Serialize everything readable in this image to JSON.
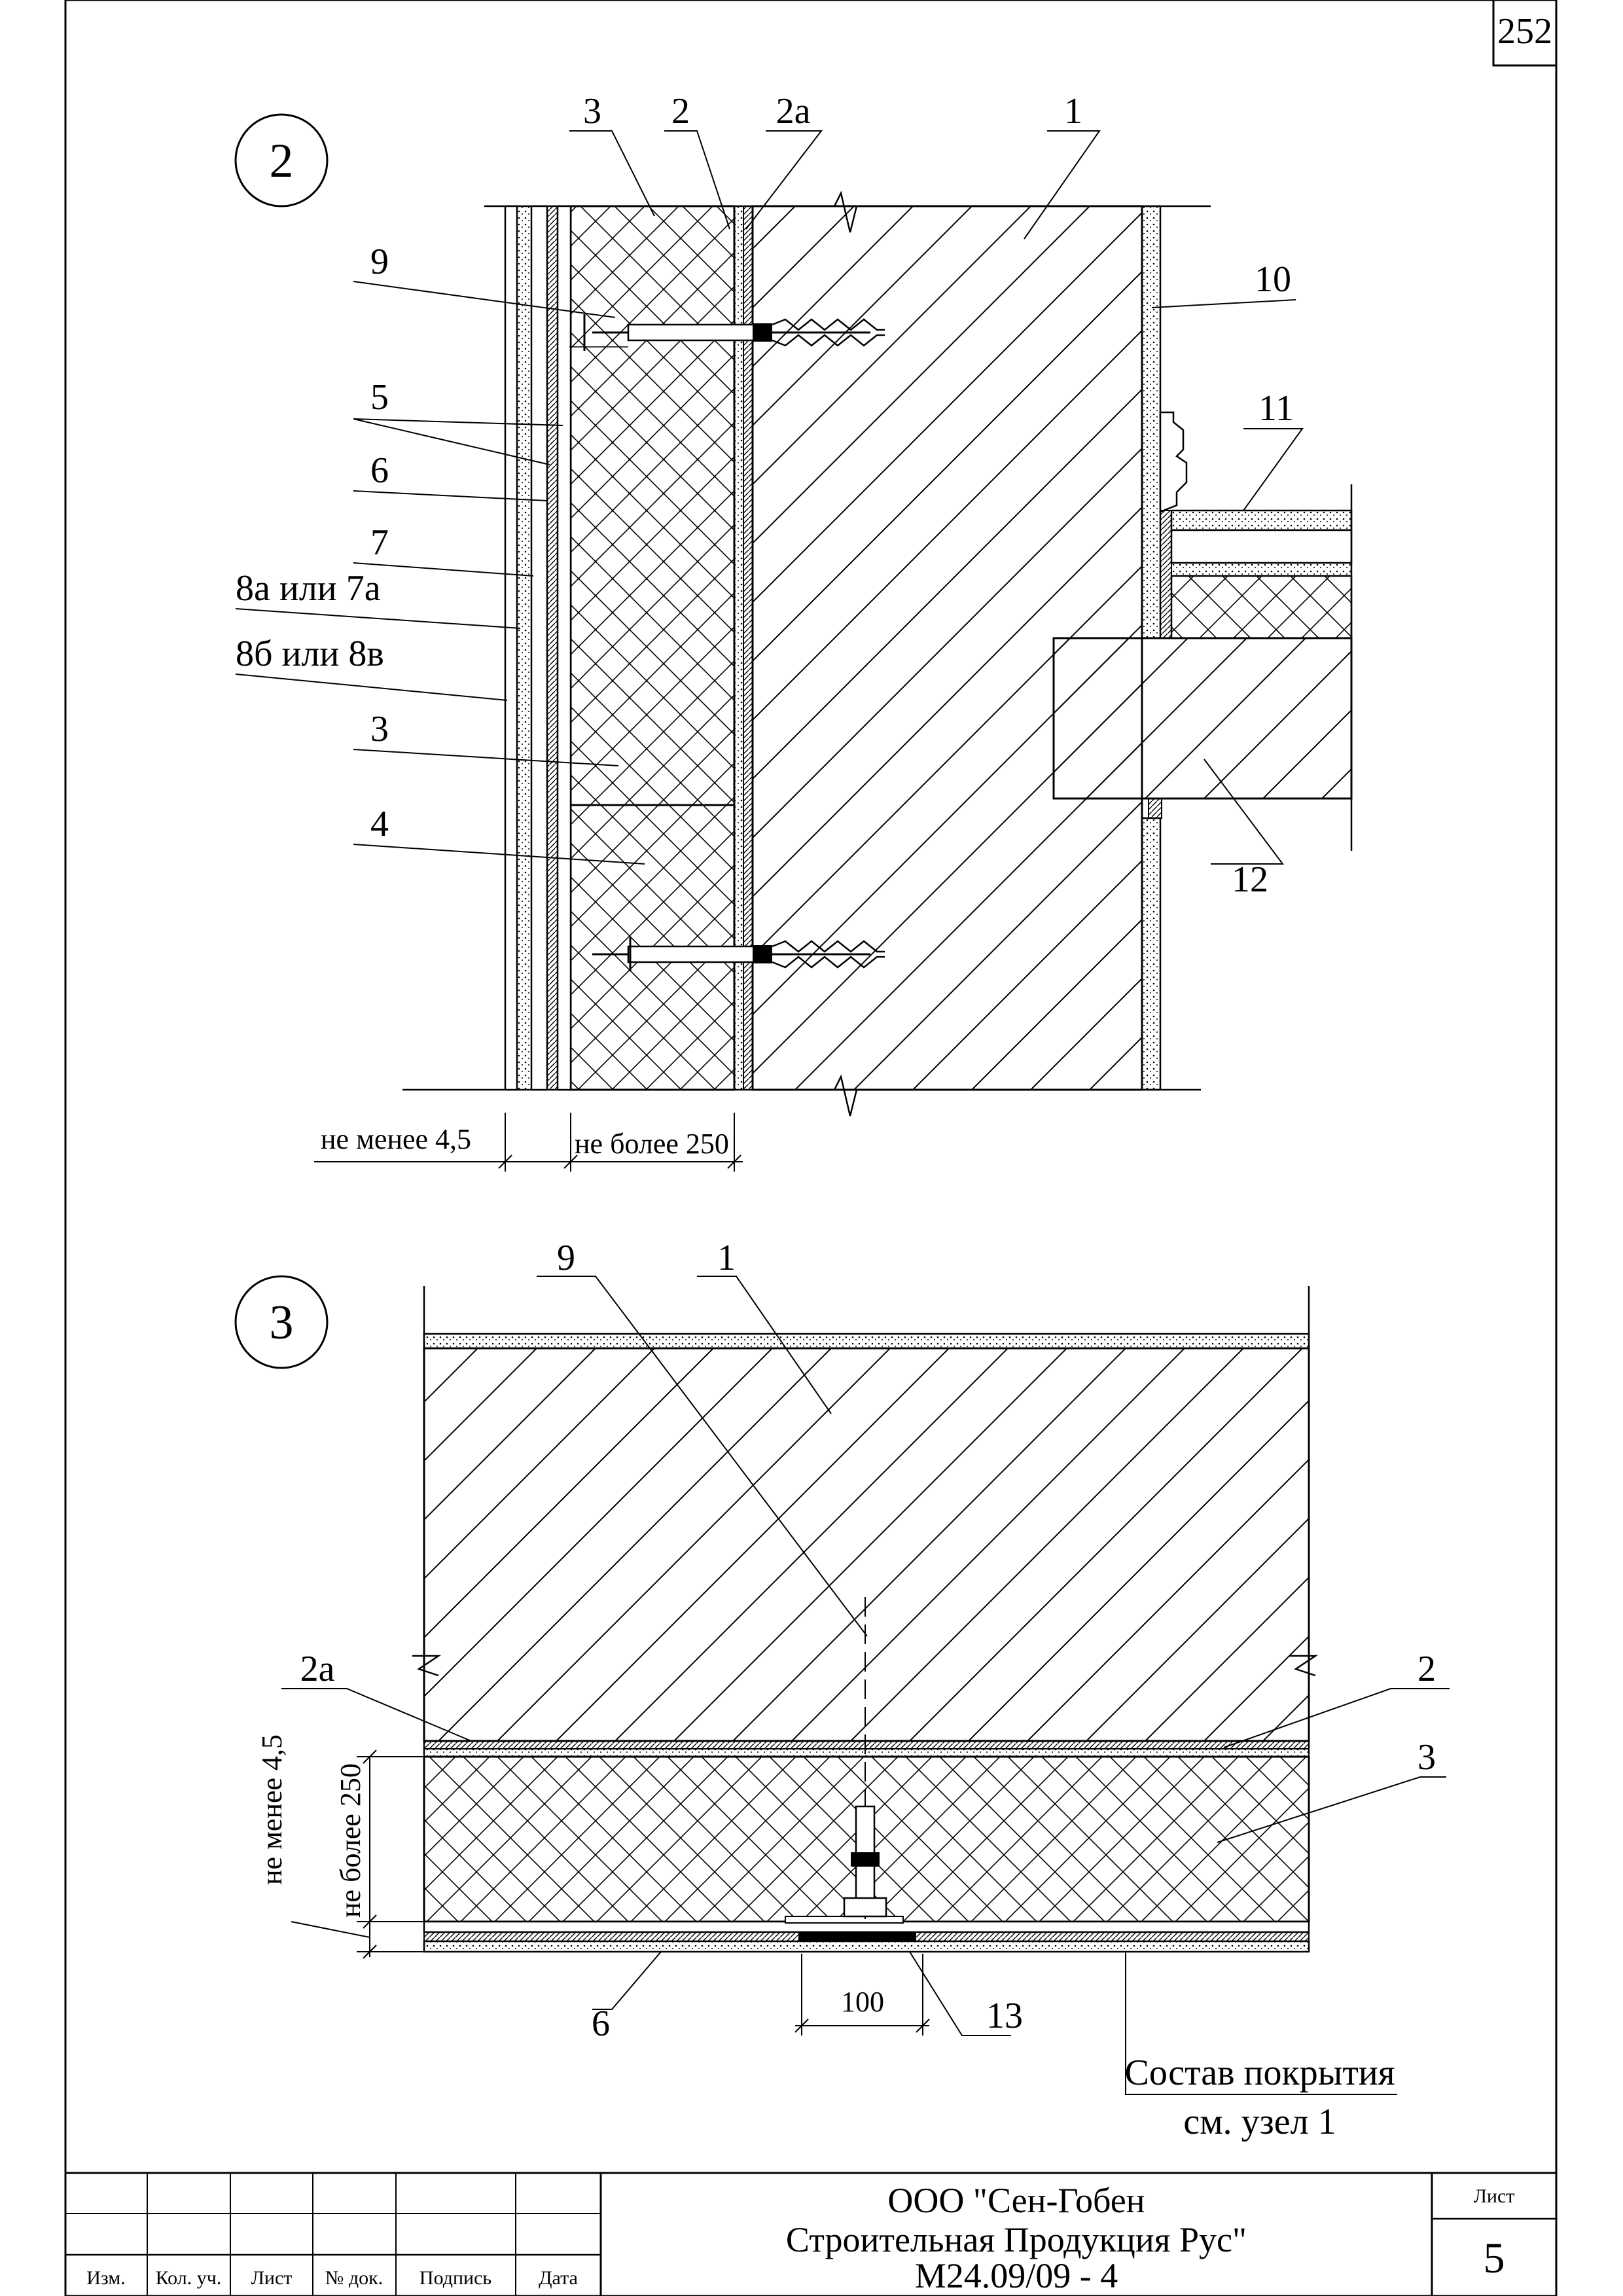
{
  "sheet_number_corner": "252",
  "node2": {
    "circle": "2",
    "labels": {
      "l3_top": "3",
      "l2_top": "2",
      "l2a_top": "2а",
      "l1_top": "1",
      "l9": "9",
      "l10": "10",
      "l5": "5",
      "l11": "11",
      "l6": "6",
      "l7": "7",
      "l8a": "8а или 7а",
      "l8b": "8б или 8в",
      "l3_mid": "3",
      "l4": "4",
      "l12": "12"
    },
    "dims": {
      "min": "не менее 4,5",
      "max": "не более 250"
    }
  },
  "node3": {
    "circle": "3",
    "labels": {
      "l9": "9",
      "l1": "1",
      "l2a": "2а",
      "l2": "2",
      "l3": "3",
      "l6": "6",
      "l13": "13"
    },
    "dims": {
      "min": "не менее 4,5",
      "max": "не более 250",
      "joint": "100"
    },
    "note_line1": "Состав покрытия",
    "note_line2": "см. узел 1"
  },
  "title_block": {
    "headers": [
      "Изм.",
      "Кол. уч.",
      "Лист",
      "№ док.",
      "Подпись",
      "Дата"
    ],
    "company_line1": "ООО \"Сен-Гобен",
    "company_line2": "Строительная Продукция Рус\"",
    "doc_code": "М24.09/09 - 4",
    "sheet_label": "Лист",
    "sheet_value": "5"
  }
}
